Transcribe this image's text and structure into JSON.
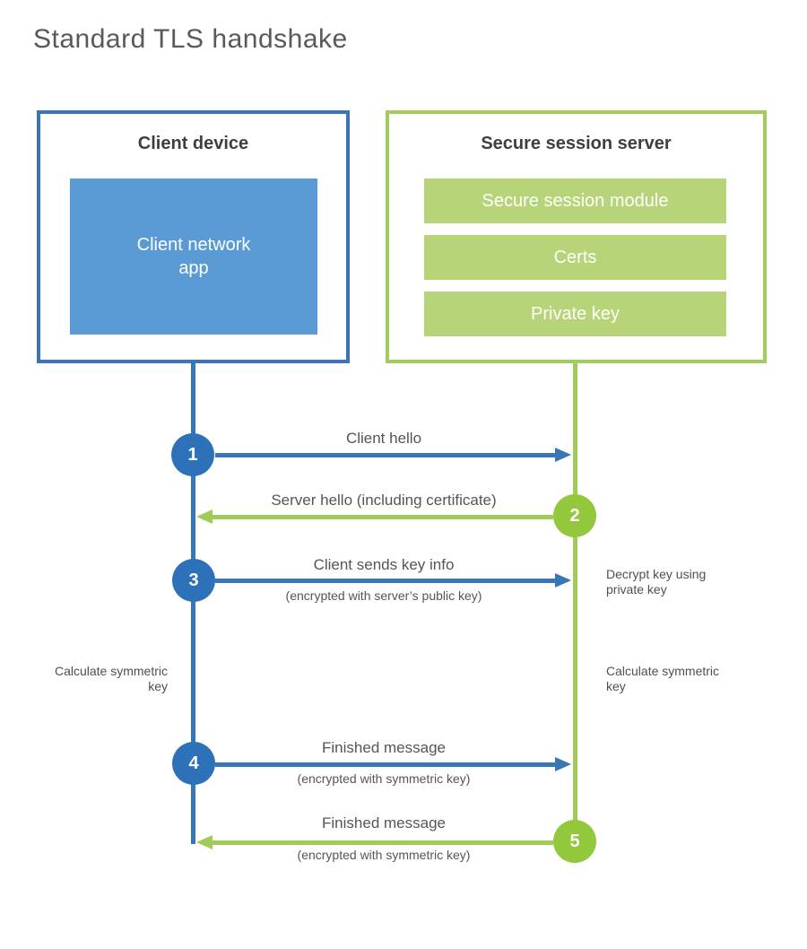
{
  "title": "Standard TLS handshake",
  "client": {
    "title": "Client device",
    "app_label": "Client network\napp"
  },
  "server": {
    "title": "Secure session server",
    "modules": [
      "Secure session module",
      "Certs",
      "Private key"
    ]
  },
  "steps": [
    {
      "number": "1",
      "label": "Client hello",
      "sublabel": "",
      "direction": "right",
      "actor": "client"
    },
    {
      "number": "2",
      "label": "Server hello (including certificate)",
      "sublabel": "",
      "direction": "left",
      "actor": "server"
    },
    {
      "number": "3",
      "label": "Client sends key info",
      "sublabel": "(encrypted with server’s public key)",
      "direction": "right",
      "actor": "client"
    },
    {
      "number": "4",
      "label": "Finished message",
      "sublabel": "(encrypted with symmetric key)",
      "direction": "right",
      "actor": "client"
    },
    {
      "number": "5",
      "label": "Finished message",
      "sublabel": "(encrypted with symmetric key)",
      "direction": "left",
      "actor": "server"
    }
  ],
  "notes": {
    "decrypt": "Decrypt key using private key",
    "calc_left": "Calculate symmetric key",
    "calc_right": "Calculate symmetric key"
  },
  "colors": {
    "blue_stroke": "#3a76b5",
    "blue_circle": "#2d71b8",
    "blue_fill": "#5b9bd5",
    "green_stroke": "#a0cb57",
    "green_border": "#a2cc5b",
    "green_circle": "#93c73c",
    "green_fill": "#b7d578"
  }
}
